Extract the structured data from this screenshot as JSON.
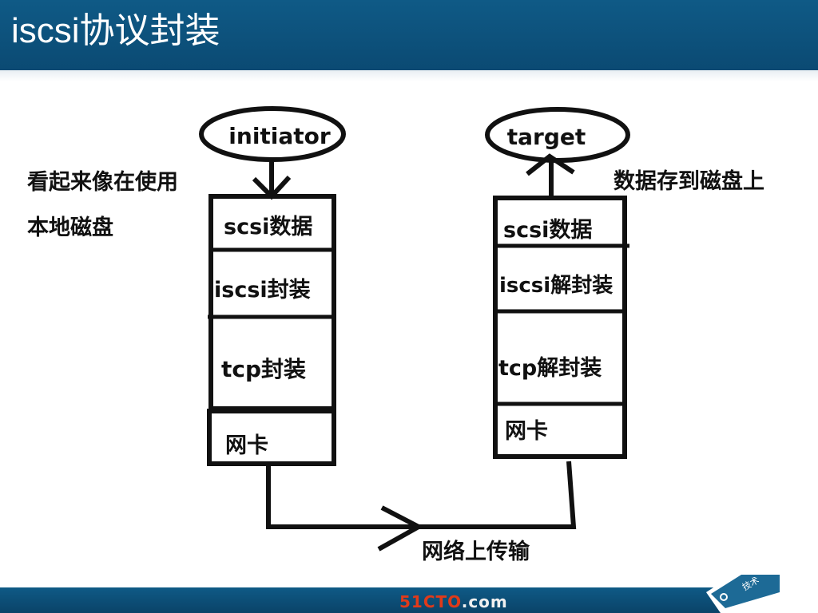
{
  "slide": {
    "title": "iscsi协议封装"
  },
  "diagram": {
    "initiator": {
      "node_label": "initiator",
      "note_line1": "看起来像在使用",
      "note_line2": "本地磁盘",
      "layers": [
        "scsi数据",
        "iscsi封装",
        "tcp封装",
        "网卡"
      ]
    },
    "target": {
      "node_label": "target",
      "note": "数据存到磁盘上",
      "layers": [
        "scsi数据",
        "iscsi解封装",
        "tcp解封装",
        "网卡"
      ]
    },
    "link_label": "网络上传输"
  },
  "footer": {
    "logo_brand": "51CTO",
    "logo_suffix": ".com",
    "badge_text": "技术"
  },
  "colors": {
    "header_blue": "#0b4a73",
    "logo_red": "#e03a1a",
    "ink": "#111111"
  }
}
